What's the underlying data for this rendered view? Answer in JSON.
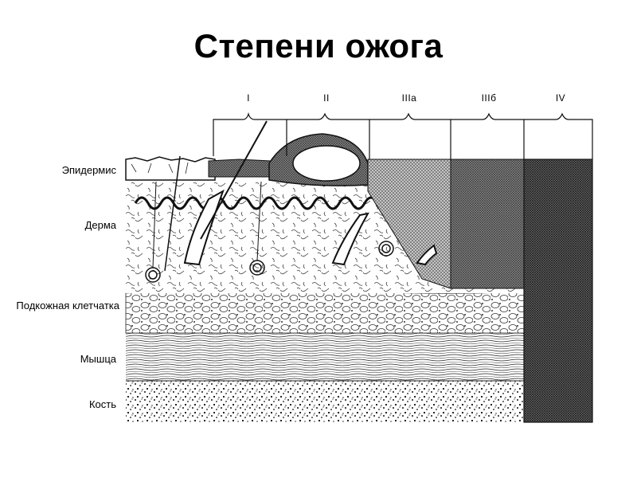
{
  "title": "Степени ожога",
  "layers": [
    "Эпидермис",
    "Дерма",
    "Подкожная клетчатка",
    "Мышца",
    "Кость"
  ],
  "degrees": [
    "I",
    "II",
    "IIIa",
    "IIIб",
    "IV"
  ]
}
